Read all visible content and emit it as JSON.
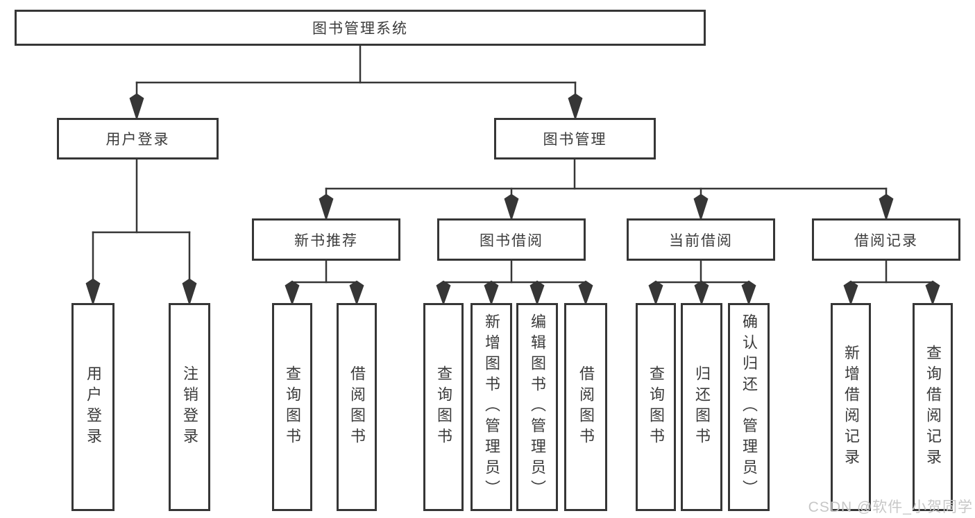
{
  "tree": {
    "label": "图书管理系统",
    "children": [
      {
        "label": "用户登录",
        "children": [
          {
            "label": "用户登录"
          },
          {
            "label": "注销登录"
          }
        ]
      },
      {
        "label": "图书管理",
        "children": [
          {
            "label": "新书推荐",
            "children": [
              {
                "label": "查询图书"
              },
              {
                "label": "借阅图书"
              }
            ]
          },
          {
            "label": "图书借阅",
            "children": [
              {
                "label": "查询图书"
              },
              {
                "label": "新增图书（管理员）"
              },
              {
                "label": "编辑图书（管理员）"
              },
              {
                "label": "借阅图书"
              }
            ]
          },
          {
            "label": "当前借阅",
            "children": [
              {
                "label": "查询图书"
              },
              {
                "label": "归还图书"
              },
              {
                "label": "确认归还（管理员）"
              }
            ]
          },
          {
            "label": "借阅记录",
            "children": [
              {
                "label": "新增借阅记录"
              },
              {
                "label": "查询借阅记录"
              }
            ]
          }
        ]
      }
    ]
  },
  "watermark": {
    "text": "CSDN @软件_小贺同学"
  },
  "colors": {
    "background": "#ffffff",
    "box_border": "#363636",
    "line": "#363636",
    "text": "#3b3b3b",
    "watermark": "#c7c7c7"
  }
}
